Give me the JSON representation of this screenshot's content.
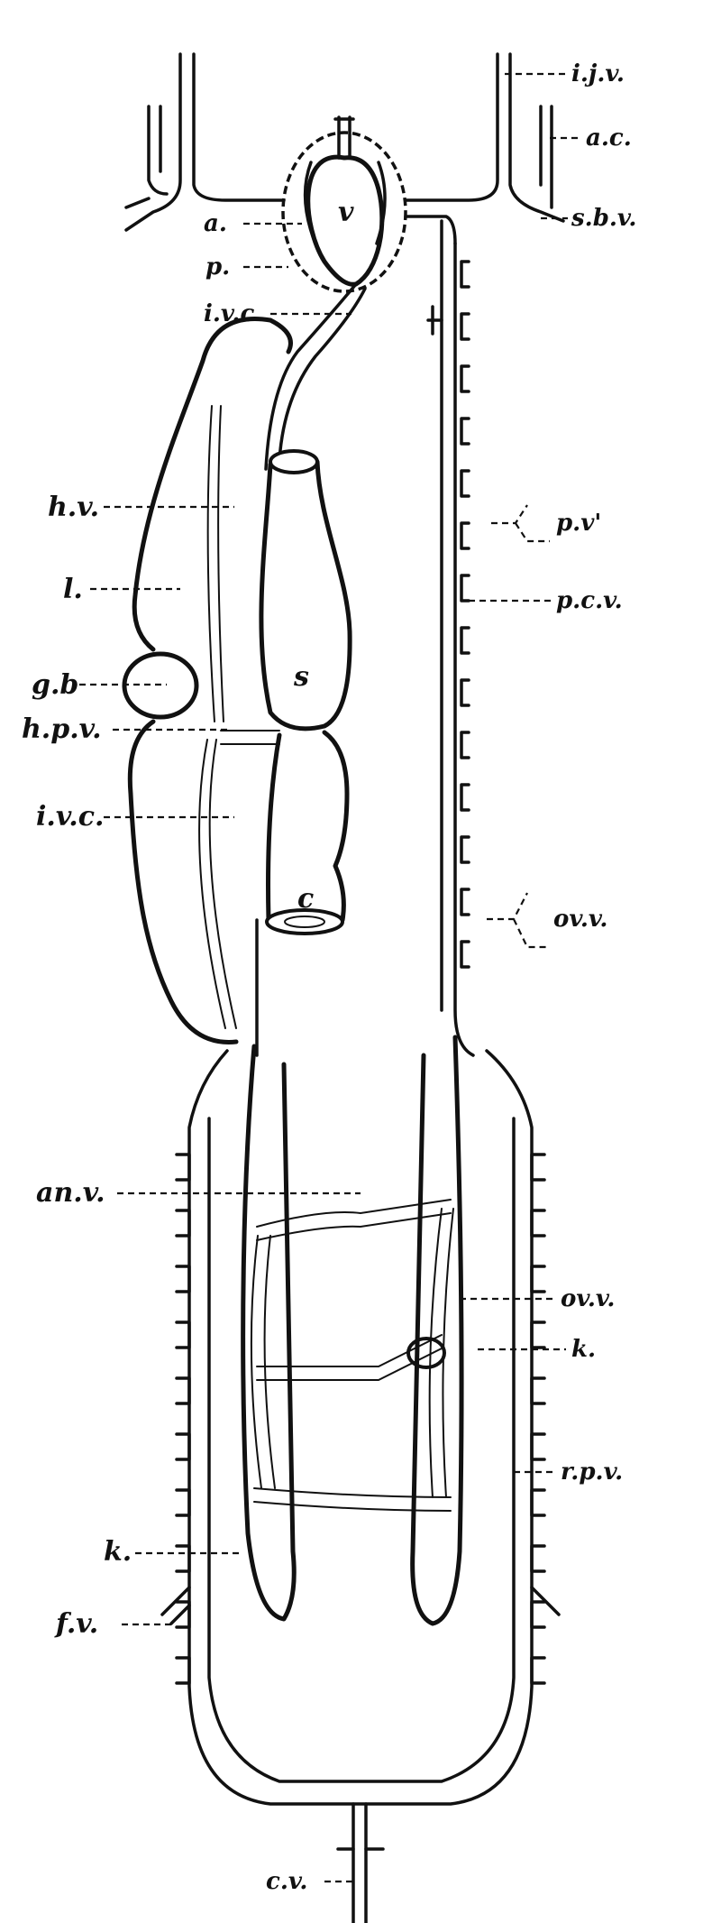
{
  "figure": {
    "labels": {
      "ijv": "i.j.v.",
      "ac": "a.c.",
      "sbv": "s.b.v.",
      "a": "a.",
      "v": "v",
      "p": "p.",
      "ivc_top": "i.v.c",
      "hv": "h.v.",
      "pv_prime": "p.v'",
      "l": "l.",
      "pcv": "p.c.v.",
      "gb": "g.b",
      "s": "s",
      "hpv": "h.p.v.",
      "ivc": "i.v.c.",
      "c": "c",
      "ovv_upper": "ov.v.",
      "anv": "an.v.",
      "ovv_lower": "ov.v.",
      "k_right": "k.",
      "rpv": "r.p.v.",
      "k_left": "k.",
      "fv": "f.v.",
      "cv": "c.v."
    },
    "colors": {
      "ink": "#111111",
      "paper": "#ffffff"
    }
  }
}
